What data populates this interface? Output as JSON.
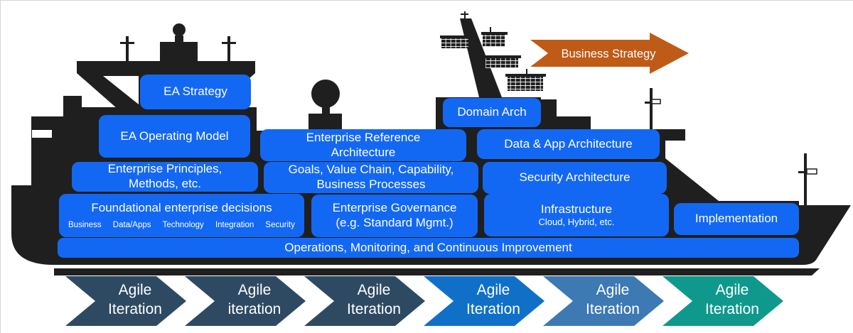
{
  "title": "Enterprise Architecture ship diagram",
  "colors": {
    "box_blue": "#1368f3",
    "ship_black": "#1f1f1f",
    "arrow_orange": "#c05a17",
    "text_white": "#ffffff"
  },
  "strategy_arrow": {
    "label": "Business Strategy"
  },
  "boxes": {
    "ea_strategy": {
      "label": "EA Strategy"
    },
    "ea_operating_model": {
      "label": "EA Operating Model"
    },
    "enterprise_principles": {
      "line1": "Enterprise Principles,",
      "line2": "Methods, etc."
    },
    "foundational": {
      "title": "Foundational enterprise decisions",
      "tags": [
        "Business",
        "Data/Apps",
        "Technology",
        "Integration",
        "Security"
      ]
    },
    "enterprise_reference": {
      "line1": "Enterprise Reference",
      "line2": "Architecture"
    },
    "goals": {
      "line1": "Goals, Value Chain, Capability,",
      "line2": "Business Processes"
    },
    "governance": {
      "line1": "Enterprise Governance",
      "line2": "(e.g. Standard Mgmt.)"
    },
    "domain_arch": {
      "label": "Domain Arch"
    },
    "data_app": {
      "label": "Data & App Architecture"
    },
    "security_arch": {
      "label": "Security Architecture"
    },
    "infrastructure": {
      "title": "Infrastructure",
      "subtitle": "Cloud, Hybrid, etc."
    },
    "implementation": {
      "label": "Implementation"
    },
    "operations": {
      "label": "Operations, Monitoring, and Continuous Improvement"
    }
  },
  "chevrons": {
    "items": [
      {
        "line1": "Agile",
        "line2": "Iteration",
        "color": "#2e4a63"
      },
      {
        "line1": "Agile",
        "line2": "iteration",
        "color": "#2e4a63"
      },
      {
        "line1": "Agile",
        "line2": "Iteration",
        "color": "#2e4a63"
      },
      {
        "line1": "Agile",
        "line2": "Iteration",
        "color": "#1070c8"
      },
      {
        "line1": "Agile",
        "line2": "Iteration",
        "color": "#3d79b3"
      },
      {
        "line1": "Agile",
        "line2": "Iteration",
        "color": "#0f998c"
      }
    ]
  }
}
